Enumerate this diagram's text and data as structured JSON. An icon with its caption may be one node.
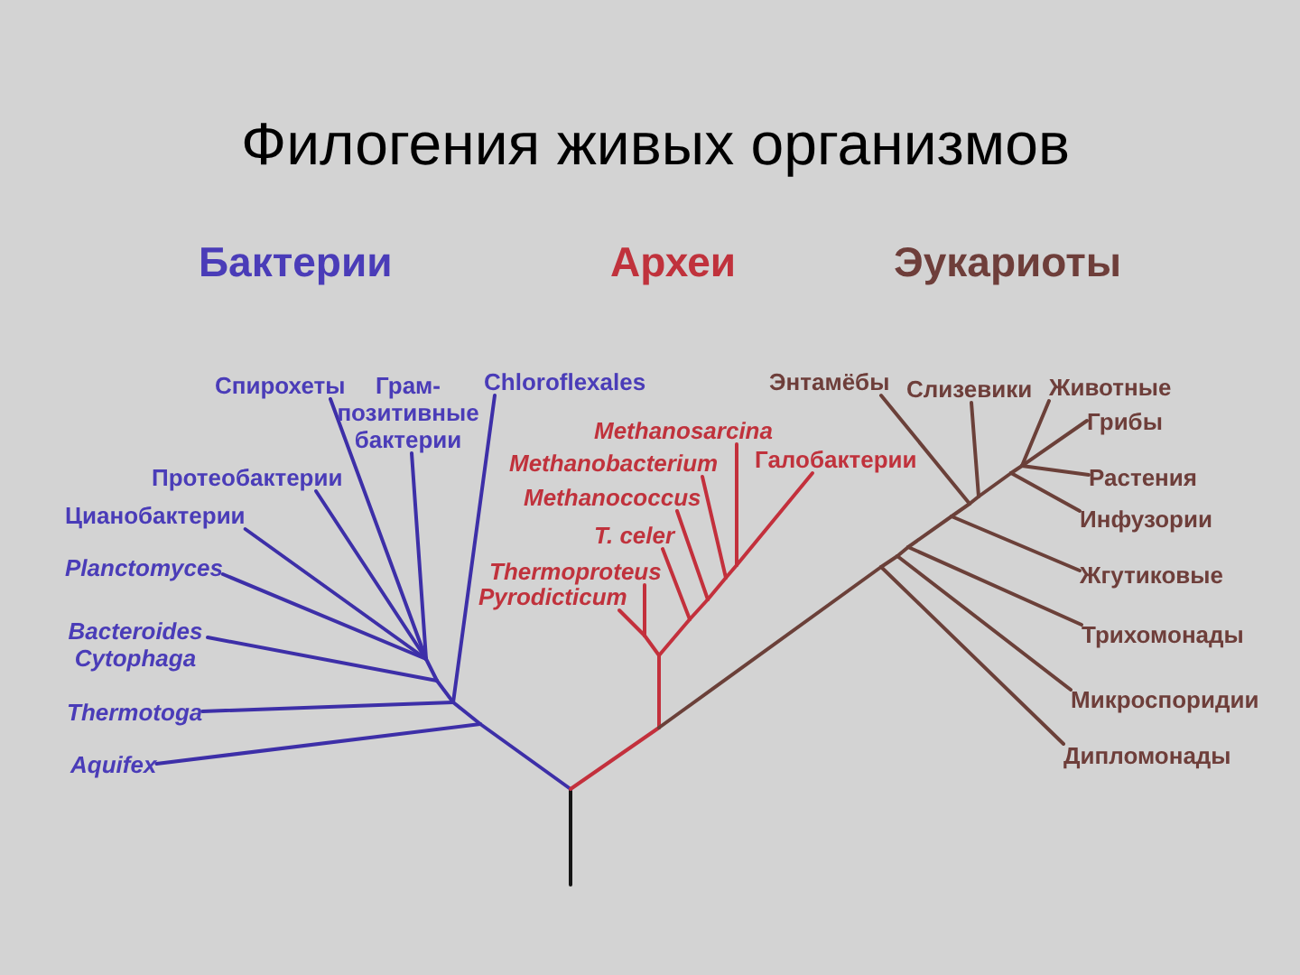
{
  "diagram": {
    "title": "Филогения живых организмов",
    "nodes": [
      {
        "text": [
          "Спирохеты"
        ]
      },
      {
        "text": [
          "Грам- позитивные бактерии"
        ]
      },
      {
        "text": [
          "Chloroflexales"
        ]
      },
      {
        "text": [
          "Протеобактерии"
        ]
      },
      {
        "text": [
          "Цианобактерии"
        ]
      },
      {
        "text": [
          "Planctomyces"
        ]
      },
      {
        "text": [
          "Bacteroides Cytophaga"
        ]
      },
      {
        "text": [
          "Thermotoga"
        ]
      },
      {
        "text": [
          "Aquifex"
        ]
      },
      {
        "text": [
          "Methanosarcina"
        ]
      },
      {
        "text": [
          "Methanobacterium"
        ]
      },
      {
        "text": [
          "Methanococcus"
        ]
      },
      {
        "text": [
          "T. celer"
        ]
      },
      {
        "text": [
          "Thermoproteus"
        ]
      },
      {
        "text": [
          "Pyrodicticum"
        ]
      },
      {
        "text": [
          "Галобактерии"
        ]
      },
      {
        "text": [
          "Энтамёбы"
        ]
      },
      {
        "text": [
          "Слизевики"
        ]
      },
      {
        "text": [
          "Животные"
        ]
      },
      {
        "text": [
          "Грибы"
        ]
      },
      {
        "text": [
          "Растения"
        ]
      },
      {
        "text": [
          "Инфузории"
        ]
      },
      {
        "text": [
          "Жгутиковые"
        ]
      },
      {
        "text": [
          "Трихомонады"
        ]
      },
      {
        "text": [
          "Микроспоридии"
        ]
      },
      {
        "text": [
          "Дипломонады"
        ]
      }
    ],
    "edges": [
      {
        "from": null,
        "to": 0,
        "arrow": "none",
        "color": "#3d2fa8"
      },
      {
        "from": null,
        "to": 1,
        "arrow": "none",
        "color": "#3d2fa8"
      },
      {
        "from": null,
        "to": 2,
        "arrow": "none",
        "color": "#3d2fa8"
      },
      {
        "from": null,
        "to": 3,
        "arrow": "none",
        "color": "#3d2fa8"
      },
      {
        "from": null,
        "to": 4,
        "arrow": "none",
        "color": "#3d2fa8"
      },
      {
        "from": null,
        "to": 5,
        "arrow": "none",
        "color": "#3d2fa8"
      },
      {
        "from": null,
        "to": 6,
        "arrow": "none",
        "color": "#3d2fa8"
      },
      {
        "from": null,
        "to": 7,
        "arrow": "none",
        "color": "#3d2fa8"
      },
      {
        "from": null,
        "to": 8,
        "arrow": "none",
        "color": "#3d2fa8"
      },
      {
        "from": null,
        "to": 9,
        "arrow": "none",
        "color": "#c3303c"
      },
      {
        "from": null,
        "to": 10,
        "arrow": "none",
        "color": "#c3303c"
      },
      {
        "from": null,
        "to": 11,
        "arrow": "none",
        "color": "#c3303c"
      },
      {
        "from": null,
        "to": 12,
        "arrow": "none",
        "color": "#c3303c"
      },
      {
        "from": null,
        "to": 13,
        "arrow": "none",
        "color": "#c3303c"
      },
      {
        "from": null,
        "to": 14,
        "arrow": "none",
        "color": "#c3303c"
      },
      {
        "from": null,
        "to": 15,
        "arrow": "none",
        "color": "#c3303c"
      },
      {
        "from": null,
        "to": 16,
        "arrow": "none"
      },
      {
        "from": null,
        "to": 17,
        "arrow": "none"
      },
      {
        "from": null,
        "to": 18,
        "arrow": "none"
      },
      {
        "from": null,
        "to": 19,
        "arrow": "none"
      },
      {
        "from": null,
        "to": 20,
        "arrow": "none"
      },
      {
        "from": null,
        "to": 21,
        "arrow": "none"
      },
      {
        "from": null,
        "to": 22,
        "arrow": "none"
      },
      {
        "from": null,
        "to": 23,
        "arrow": "none"
      },
      {
        "from": null,
        "to": 24,
        "arrow": "none"
      },
      {
        "from": null,
        "to": 25,
        "arrow": "none"
      }
    ],
    "labels": [
      "Бактерии",
      "Археи",
      "Эукариоты"
    ]
  }
}
